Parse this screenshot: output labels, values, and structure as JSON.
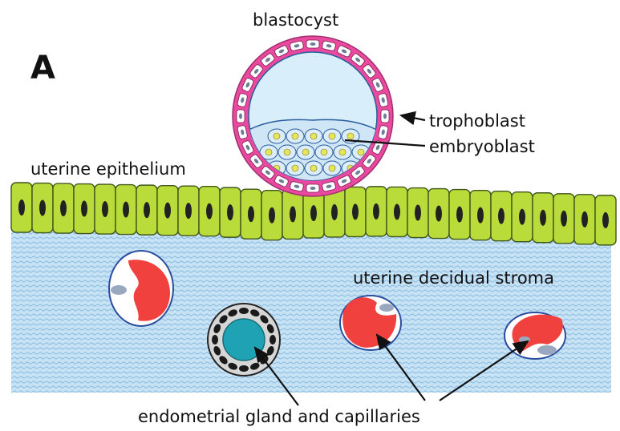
{
  "figure": {
    "panel_letter": "A",
    "labels": {
      "blastocyst": "blastocyst",
      "trophoblast": "trophoblast",
      "embryoblast": "embryoblast",
      "uterine_epithelium": "uterine epithelium",
      "uterine_decidual_stroma": "uterine decidual stroma",
      "endometrial_gland": "endometrial gland and capillaries"
    }
  },
  "colors": {
    "trophoblast": "#e94aa0",
    "blastocoel": "#d8eefb",
    "embryoblast_cell": "#e5e65a",
    "epithelium": "#b9dc3a",
    "nucleus": "#222222",
    "stroma": "#b4d7ef",
    "capillary_blood": "#f0413e",
    "gland_lumen": "#1fa3b4"
  }
}
